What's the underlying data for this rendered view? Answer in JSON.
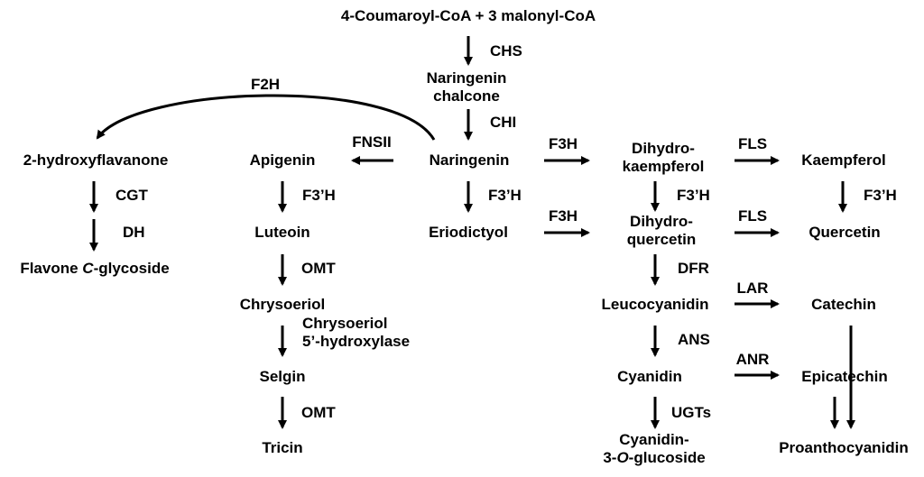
{
  "compounds": {
    "start": "4-Coumaroyl-CoA + 3 malonyl-CoA",
    "chalcone_1": "Naringenin",
    "chalcone_2": "chalcone",
    "naringenin": "Naringenin",
    "hydroxyflavanone": "2-hydroxyflavanone",
    "flavone_prefix": "Flavone ",
    "flavone_italic": "C",
    "flavone_suffix": "-glycoside",
    "apigenin": "Apigenin",
    "luteoin": "Luteoin",
    "chrysoeriol": "Chrysoeriol",
    "selgin": "Selgin",
    "tricin": "Tricin",
    "eriodictyol": "Eriodictyol",
    "dihydrokaempferol_1": "Dihydro-",
    "dihydrokaempferol_2": "kaempferol",
    "dihydroquercetin_1": "Dihydro-",
    "dihydroquercetin_2": "quercetin",
    "leucocyanidin": "Leucocyanidin",
    "cyanidin": "Cyanidin",
    "c3g_1": "Cyanidin-",
    "c3g_2_prefix": "3-",
    "c3g_2_italic": "O",
    "c3g_2_suffix": "-glucoside",
    "kaempferol": "Kaempferol",
    "quercetin": "Quercetin",
    "catechin": "Catechin",
    "epicatechin": "Epicatechin",
    "proanthocyanidin": "Proanthocyanidin"
  },
  "enzymes": {
    "chs": "CHS",
    "chi": "CHI",
    "f2h": "F2H",
    "fnsii": "FNSII",
    "cgt": "CGT",
    "dh": "DH",
    "f3h_apigenin": "F3’H",
    "omt_1": "OMT",
    "chrysoeriol_hydroxylase_1": "Chrysoeriol",
    "chrysoeriol_hydroxylase_2": "5’-hydroxylase",
    "omt_2": "OMT",
    "f3h_naringenin": "F3’H",
    "f3h_to_dihydrokaempferol": "F3H",
    "f3h_to_dihydroquercetin": "F3H",
    "f3h_dihydrokaempferol": "F3’H",
    "dfr": "DFR",
    "ans": "ANS",
    "ugts": "UGTs",
    "fls_1": "FLS",
    "fls_2": "FLS",
    "f3h_kaempferol": "F3’H",
    "lar": "LAR",
    "anr": "ANR"
  }
}
